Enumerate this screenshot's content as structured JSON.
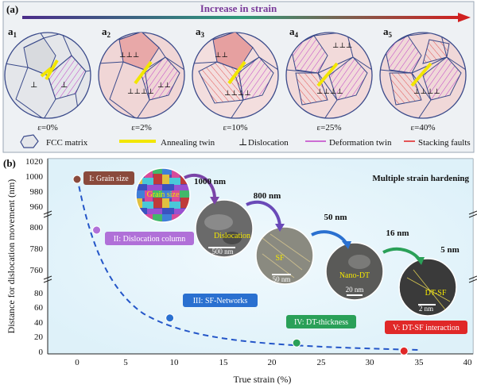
{
  "panel_a": {
    "label": "(a)",
    "arrow_title": "Increase in strain",
    "circles": [
      {
        "tag": "a",
        "sub": "1",
        "strain": "ε=0%"
      },
      {
        "tag": "a",
        "sub": "2",
        "strain": "ε=2%"
      },
      {
        "tag": "a",
        "sub": "3",
        "strain": "ε=10%"
      },
      {
        "tag": "a",
        "sub": "4",
        "strain": "ε=25%"
      },
      {
        "tag": "a",
        "sub": "5",
        "strain": "ε=40%"
      }
    ],
    "legend": {
      "fcc": "FCC matrix",
      "annealing": "Annealing twin",
      "dislocation": "Dislocation",
      "deformation": "Deformation twin",
      "stacking": "Stacking faults"
    },
    "colors": {
      "fcc_outline": "#3a4a8a",
      "annealing": "#f2e600",
      "deformation": "#c040c8",
      "stacking": "#e02020"
    }
  },
  "panel_b": {
    "label": "(b)",
    "heading": "Multiple strain hardening",
    "callouts": [
      {
        "text": "I: Grain size",
        "color": "#8a4a3c"
      },
      {
        "text": "II: Dislocation column",
        "color": "#b070d8"
      },
      {
        "text": "III: SF-Networks",
        "color": "#2a70d0"
      },
      {
        "text": "IV: DT-thickness",
        "color": "#2aa058"
      },
      {
        "text": "V: DT-SF interaction",
        "color": "#e02828"
      }
    ],
    "micro_labels": [
      "Grain size",
      "Dislocation",
      "SF",
      "Nano-DT",
      "DT-SF"
    ],
    "scale_bars": [
      "500 nm",
      "50 nm",
      "20 nm",
      "2 nm"
    ],
    "arrow_labels": [
      "1000 nm",
      "800 nm",
      "50 nm",
      "16 nm",
      "5 nm"
    ]
  },
  "chart_data": {
    "type": "scatter",
    "xlabel": "True strain (%)",
    "ylabel": "Distance for dislocation movement (nm)",
    "x_ticks": [
      "0",
      "5",
      "10",
      "15",
      "20",
      "25",
      "30",
      "35",
      "40"
    ],
    "y_ticks_upper": [
      "1020",
      "1000",
      "980",
      "960",
      "800",
      "780",
      "760"
    ],
    "y_ticks_lower": [
      "80",
      "60",
      "40",
      "20",
      "0"
    ],
    "broken_y_axis": true,
    "points": [
      {
        "x": 0,
        "y": 1000,
        "label": "I: Grain size",
        "color": "#8a4a3c"
      },
      {
        "x": 2,
        "y": 800,
        "label": "II: Dislocation column",
        "color": "#b070d8"
      },
      {
        "x": 9.5,
        "y": 50,
        "label": "III: SF-Networks",
        "color": "#2a70d0"
      },
      {
        "x": 22.5,
        "y": 16,
        "label": "IV: DT-thickness",
        "color": "#2aa058"
      },
      {
        "x": 33.5,
        "y": 5,
        "label": "V: DT-SF interaction",
        "color": "#e02828"
      }
    ],
    "fit_line": "dashed exponential decay",
    "fit_color": "#2456c8"
  }
}
